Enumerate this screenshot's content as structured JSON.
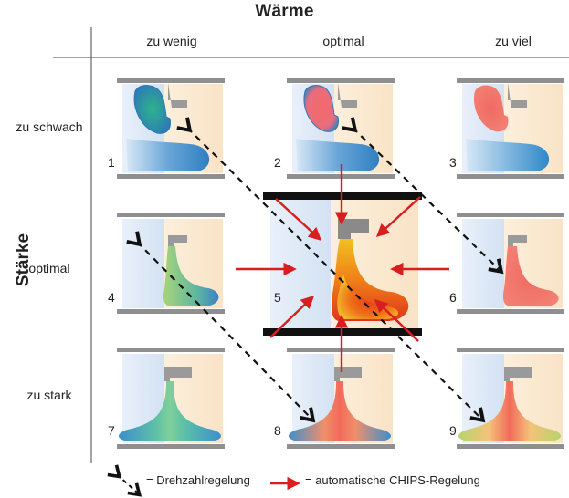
{
  "header": {
    "title": "Wärme"
  },
  "columns": [
    "zu wenig",
    "optimal",
    "zu viel"
  ],
  "side": {
    "title": "Stärke"
  },
  "rows": [
    "zu schwach",
    "optimal",
    "zu stark"
  ],
  "cells": [
    "1",
    "2",
    "3",
    "4",
    "5",
    "6",
    "7",
    "8",
    "9"
  ],
  "legend": {
    "dashed": "= Drehzahlregelung",
    "red": "= automatische CHIPS-Regelung"
  },
  "colors": {
    "cold_panel": "#dbe7f5",
    "warm_panel": "#fbe9d2",
    "frame": "#8f8f8f",
    "red_arrow": "#d81e1e",
    "dashed_arrow": "#111111"
  }
}
